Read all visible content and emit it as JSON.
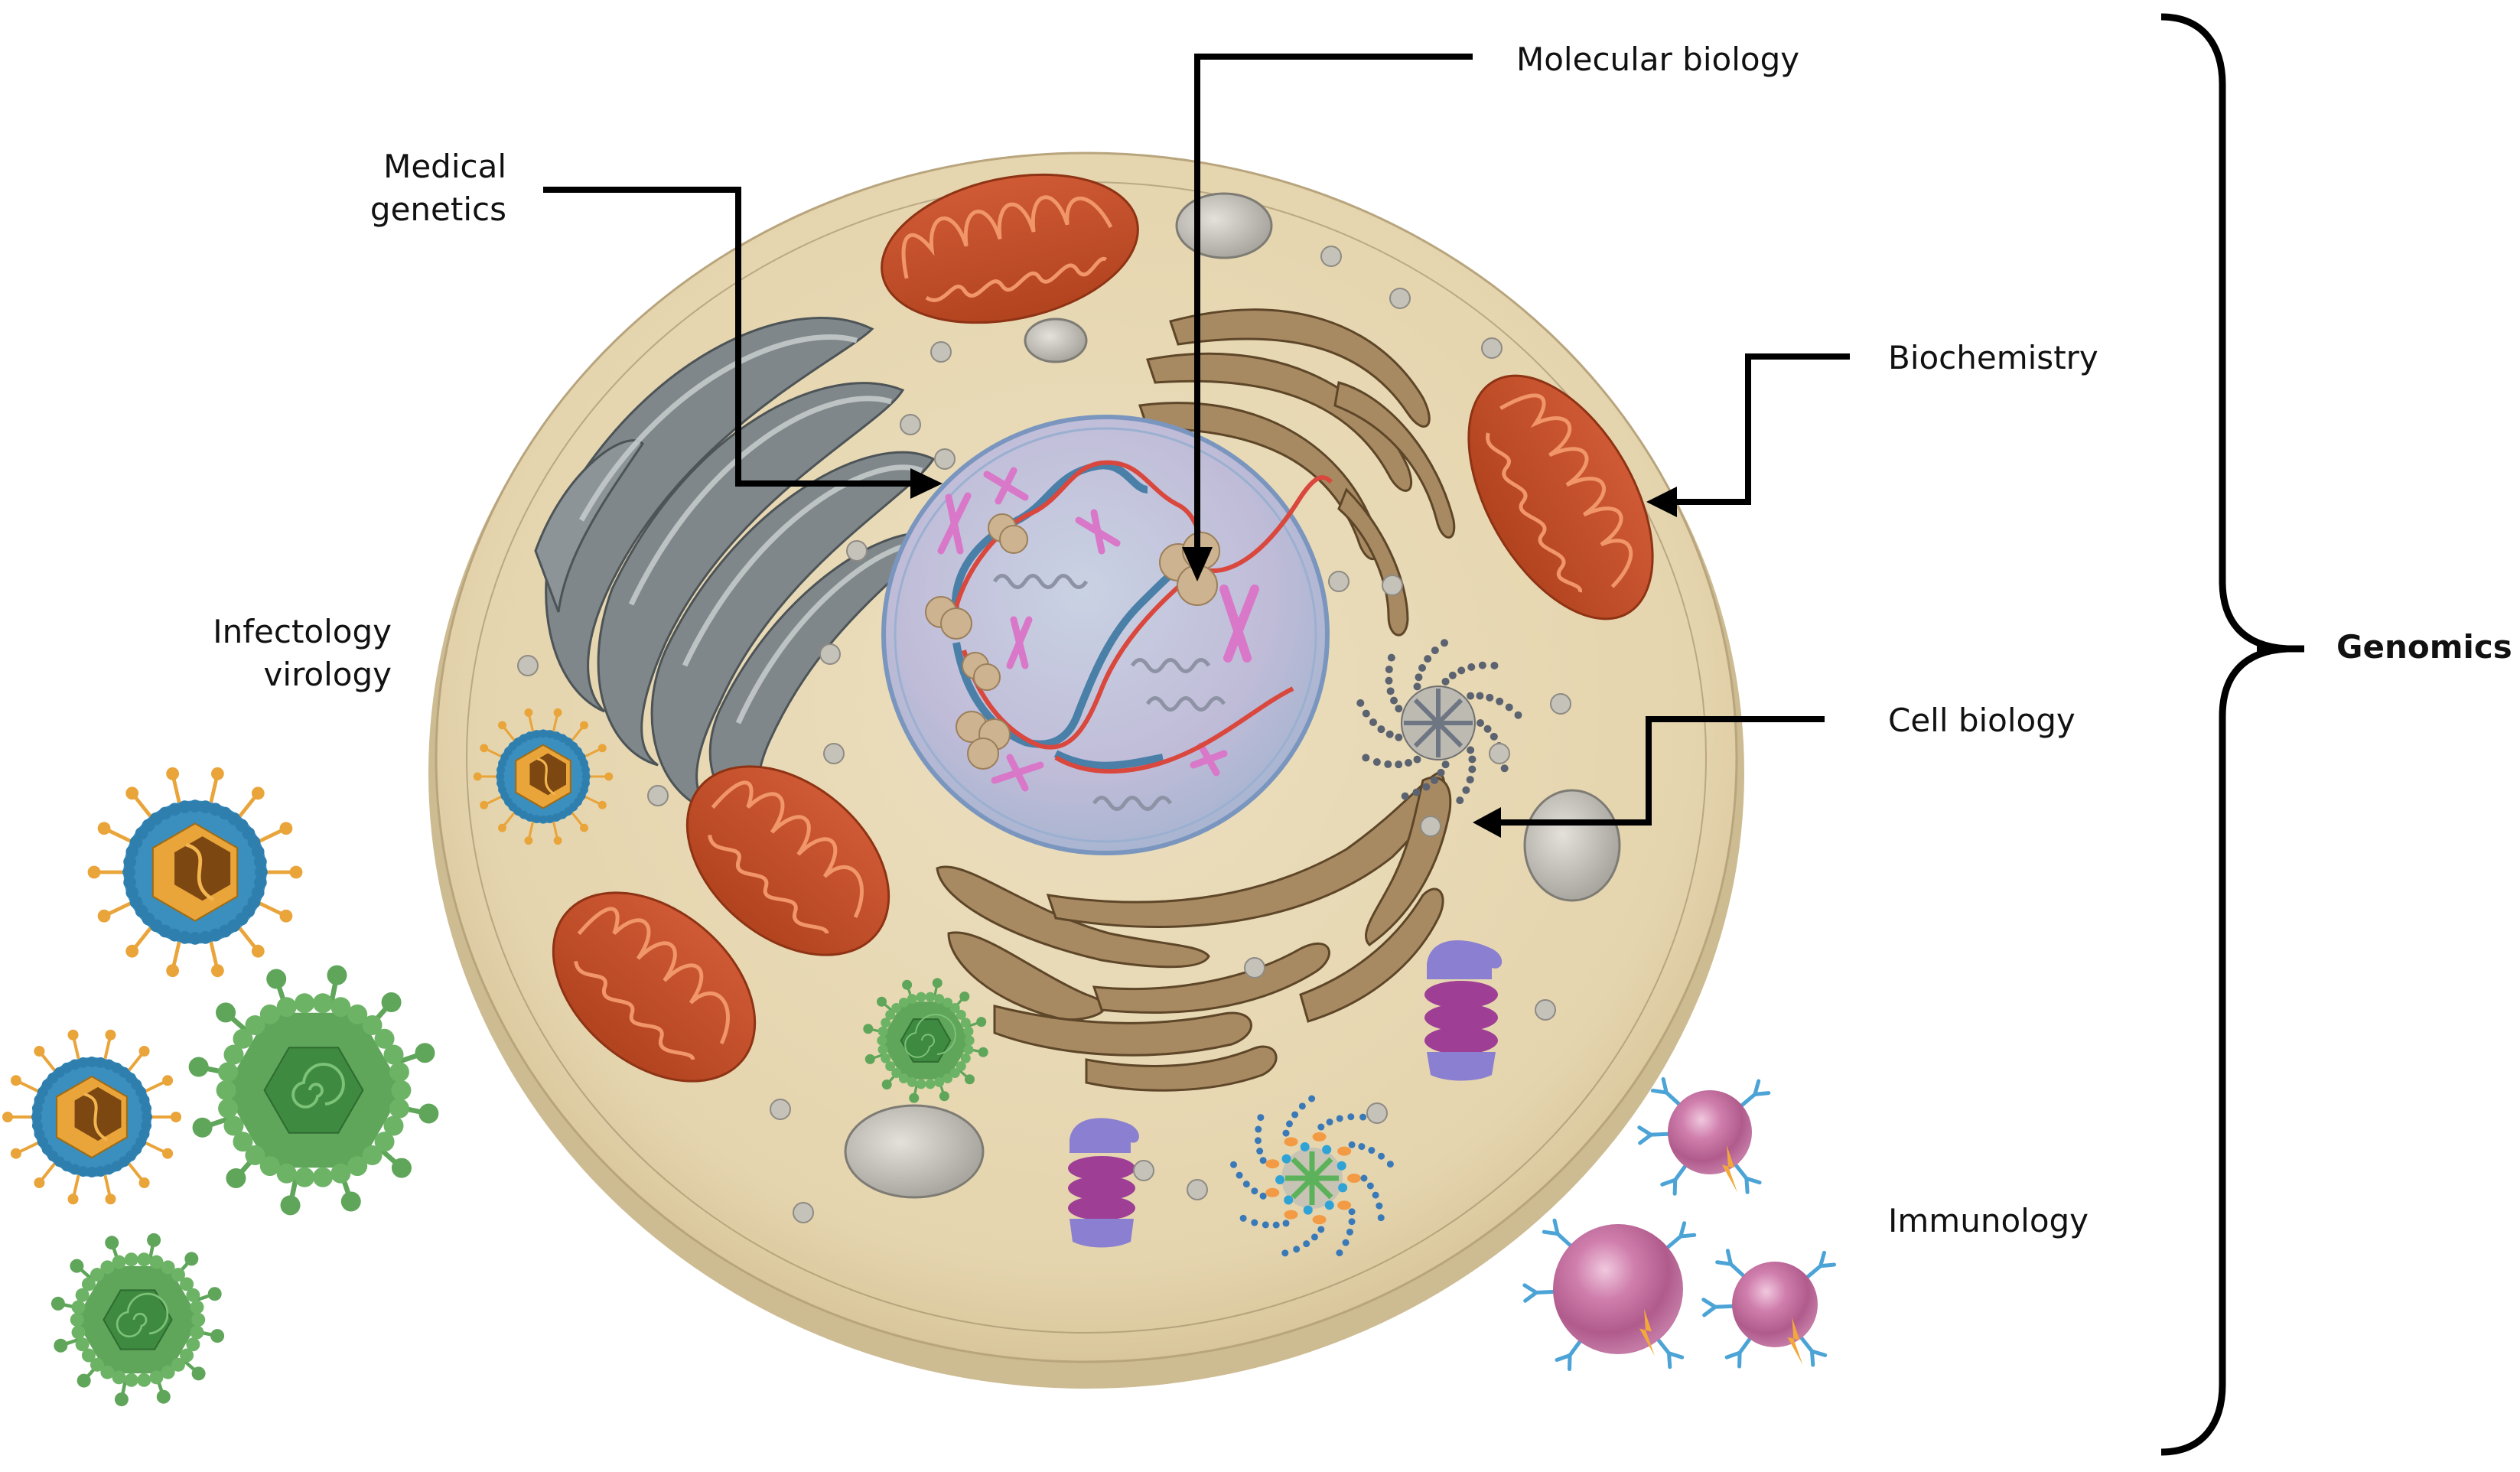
{
  "figure": {
    "subject": "Eukaryotic cell illustration linking disciplines to Genomics",
    "labels": {
      "molecular_biology": "Molecular biology",
      "medical_genetics_line1": "Medical",
      "medical_genetics_line2": "genetics",
      "biochemistry": "Biochemistry",
      "cell_biology": "Cell biology",
      "infectology_line1": "Infectology",
      "infectology_line2": "virology",
      "immunology": "Immunology",
      "genomics": "Genomics"
    },
    "arrows": [
      {
        "from": "Medical genetics",
        "to": "nucleus"
      },
      {
        "from": "Molecular biology",
        "to": "ribosome-on-mRNA"
      },
      {
        "from": "Biochemistry",
        "to": "mitochondrion"
      },
      {
        "from": "Cell biology",
        "to": "centrosome"
      }
    ],
    "brace": {
      "groups": "all disciplines",
      "target": "Genomics"
    },
    "organelles": [
      "nucleus",
      "DNA double helix",
      "mRNA strand",
      "ribosomes",
      "chromosomes",
      "mitochondria",
      "golgi apparatus",
      "rough endoplasmic reticulum",
      "centriole",
      "vesicles",
      "lysosomes",
      "proteasome"
    ],
    "external_objects": [
      "enveloped viruses",
      "icosahedral viruses",
      "antibody-bearing immune cells"
    ],
    "colors": {
      "cytoplasm": "#e8d9b5",
      "membrane": "#d2c29c",
      "nucleus": "#b9c3da",
      "mitochondrion": "#c24e2c",
      "golgi": "#7f8587",
      "er": "#a88a62",
      "dna_blue": "#4a7fa8",
      "mrna_red": "#d9473d",
      "chromosome": "#d977c8",
      "virus_blue": "#3a8fbf",
      "virus_orange": "#e9a43a",
      "virus_green": "#5fa55a",
      "immune_cell": "#c2669a",
      "antibody": "#4ba3d6",
      "arrow": "#000000"
    }
  }
}
